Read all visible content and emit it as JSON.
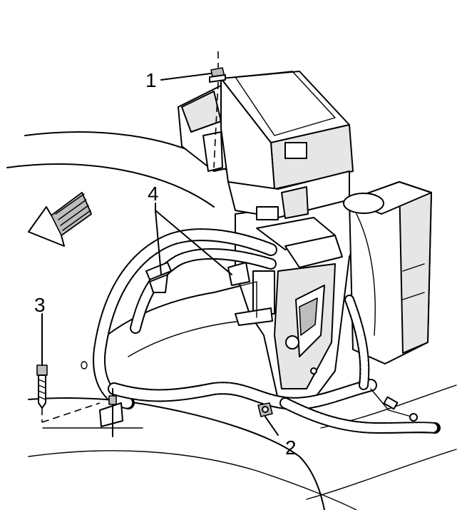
{
  "callouts": {
    "c1": "1",
    "c2": "2",
    "c3": "3",
    "c4": "4"
  },
  "colors": {
    "line": "#000000",
    "background": "#ffffff",
    "shade": "#e6e6e6",
    "dark_shade": "#bdbdbd"
  },
  "icons": {
    "direction_arrow": "front-direction-arrow-icon"
  }
}
